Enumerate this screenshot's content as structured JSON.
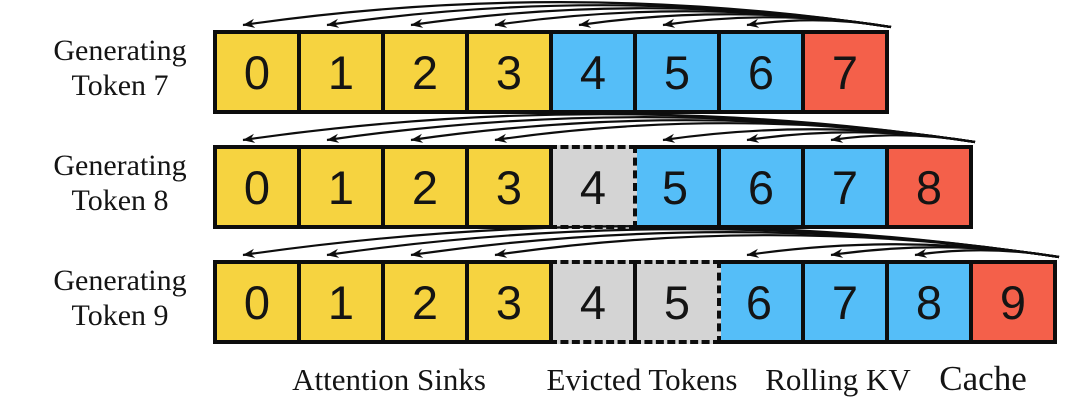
{
  "diagram": {
    "rows": [
      {
        "label": [
          "Generating",
          "Token 7"
        ],
        "cells": [
          {
            "value": "0",
            "type": "sink"
          },
          {
            "value": "1",
            "type": "sink"
          },
          {
            "value": "2",
            "type": "sink"
          },
          {
            "value": "3",
            "type": "sink"
          },
          {
            "value": "4",
            "type": "rolling"
          },
          {
            "value": "5",
            "type": "rolling"
          },
          {
            "value": "6",
            "type": "rolling"
          },
          {
            "value": "7",
            "type": "new"
          }
        ],
        "attention_source": 7,
        "attention_targets": [
          0,
          1,
          2,
          3,
          4,
          5,
          6
        ]
      },
      {
        "label": [
          "Generating",
          "Token 8"
        ],
        "cells": [
          {
            "value": "0",
            "type": "sink"
          },
          {
            "value": "1",
            "type": "sink"
          },
          {
            "value": "2",
            "type": "sink"
          },
          {
            "value": "3",
            "type": "sink"
          },
          {
            "value": "4",
            "type": "evicted"
          },
          {
            "value": "5",
            "type": "rolling"
          },
          {
            "value": "6",
            "type": "rolling"
          },
          {
            "value": "7",
            "type": "rolling"
          },
          {
            "value": "8",
            "type": "new"
          }
        ],
        "attention_source": 8,
        "attention_targets": [
          0,
          1,
          2,
          3,
          5,
          6,
          7
        ]
      },
      {
        "label": [
          "Generating",
          "Token 9"
        ],
        "cells": [
          {
            "value": "0",
            "type": "sink"
          },
          {
            "value": "1",
            "type": "sink"
          },
          {
            "value": "2",
            "type": "sink"
          },
          {
            "value": "3",
            "type": "sink"
          },
          {
            "value": "4",
            "type": "evicted"
          },
          {
            "value": "5",
            "type": "evicted"
          },
          {
            "value": "6",
            "type": "rolling"
          },
          {
            "value": "7",
            "type": "rolling"
          },
          {
            "value": "8",
            "type": "rolling"
          },
          {
            "value": "9",
            "type": "new"
          }
        ],
        "attention_source": 9,
        "attention_targets": [
          0,
          1,
          2,
          3,
          6,
          7,
          8
        ]
      }
    ],
    "legend": {
      "attention_sinks": "Attention Sinks",
      "evicted_tokens": "Evicted Tokens",
      "rolling_kv": "Rolling KV",
      "cache": "Cache"
    },
    "colors": {
      "sink": "#f6d340",
      "evicted": "#d4d4d4",
      "rolling": "#55bef8",
      "new": "#f4604a",
      "line": "#0d0d0d"
    }
  }
}
